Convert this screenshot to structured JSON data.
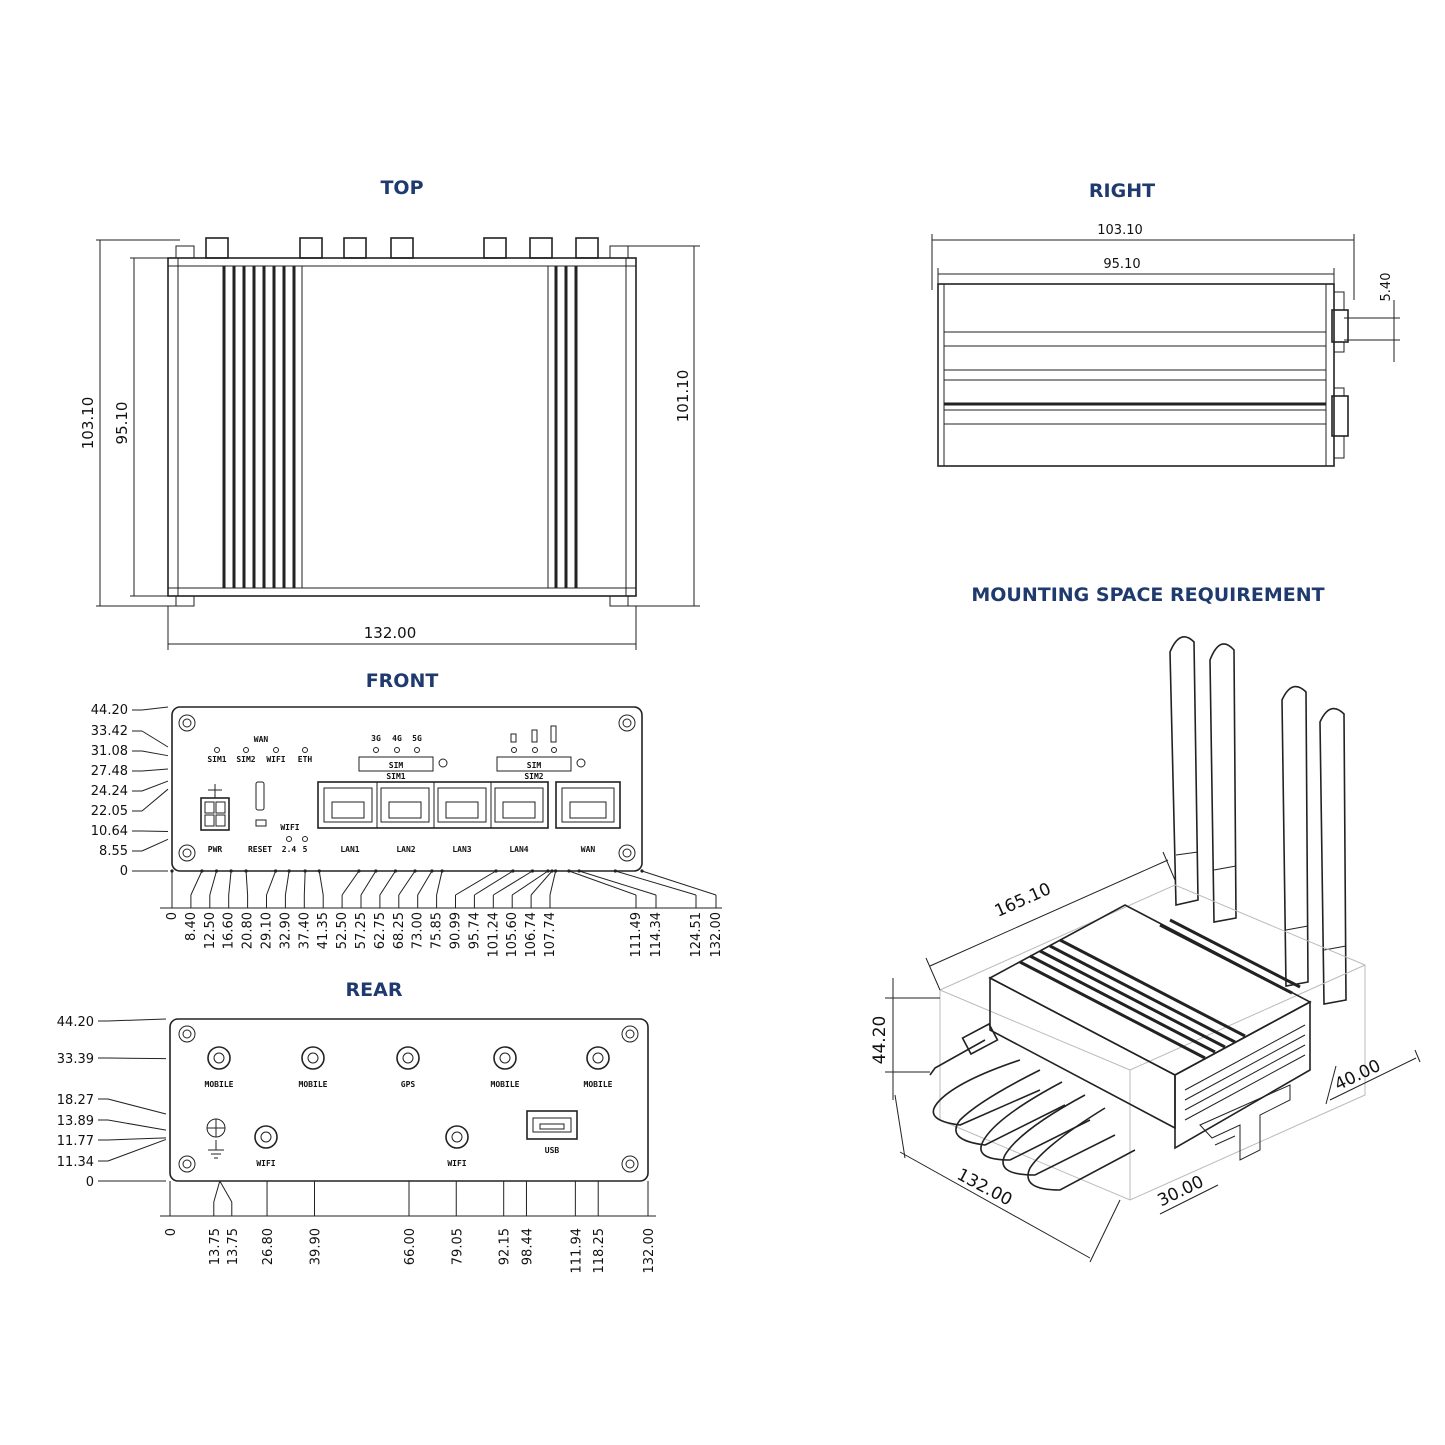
{
  "views": {
    "top": {
      "title": "TOP",
      "dims": {
        "height_outer": "103.10",
        "height_inner": "95.10",
        "height_right": "101.10",
        "width": "132.00"
      }
    },
    "right": {
      "title": "RIGHT",
      "dims": {
        "width_outer": "103.10",
        "width_inner": "95.10",
        "connector": "5.40"
      }
    },
    "front": {
      "title": "FRONT",
      "y_ticks": [
        "44.20",
        "33.42",
        "31.08",
        "27.48",
        "24.24",
        "22.05",
        "10.64",
        "8.55",
        "0"
      ],
      "x_ticks": [
        "0",
        "8.40",
        "12.50",
        "16.60",
        "20.80",
        "29.10",
        "32.90",
        "37.40",
        "41.35",
        "52.50",
        "57.25",
        "62.75",
        "68.25",
        "73.00",
        "75.85",
        "90.99",
        "95.74",
        "101.24",
        "105.60",
        "106.74",
        "107.74",
        "111.49",
        "114.34",
        "124.51",
        "132.00"
      ],
      "labels": {
        "wan_group": "WAN",
        "sim1": "SIM1",
        "sim2": "SIM2",
        "wifi": "WIFI",
        "eth": "ETH",
        "net_3g": "3G",
        "net_4g": "4G",
        "net_5g": "5G",
        "sim_box1": "SIM",
        "sim_box1_sub": "SIM1",
        "sim_box2": "SIM",
        "sim_box2_sub": "SIM2",
        "pwr": "PWR",
        "reset": "RESET",
        "wifi_small": "WIFI",
        "band24": "2.4",
        "band5": "5",
        "lan1": "LAN1",
        "lan2": "LAN2",
        "lan3": "LAN3",
        "lan4": "LAN4",
        "wan": "WAN"
      }
    },
    "rear": {
      "title": "REAR",
      "y_ticks": [
        "44.20",
        "33.39",
        "18.27",
        "13.89",
        "11.77",
        "11.34",
        "0"
      ],
      "x_ticks": [
        "0",
        "13.75",
        "13.75",
        "26.80",
        "39.90",
        "66.00",
        "79.05",
        "92.15",
        "98.44",
        "111.94",
        "118.25",
        "132.00"
      ],
      "labels": {
        "mobile": "MOBILE",
        "gps": "GPS",
        "wifi": "WIFI",
        "usb": "USB"
      }
    },
    "mounting": {
      "title": "MOUNTING SPACE REQUIREMENT",
      "dims": {
        "length": "165.10",
        "height": "44.20",
        "depth": "40.00",
        "width": "132.00",
        "front_clear": "30.00"
      }
    }
  }
}
